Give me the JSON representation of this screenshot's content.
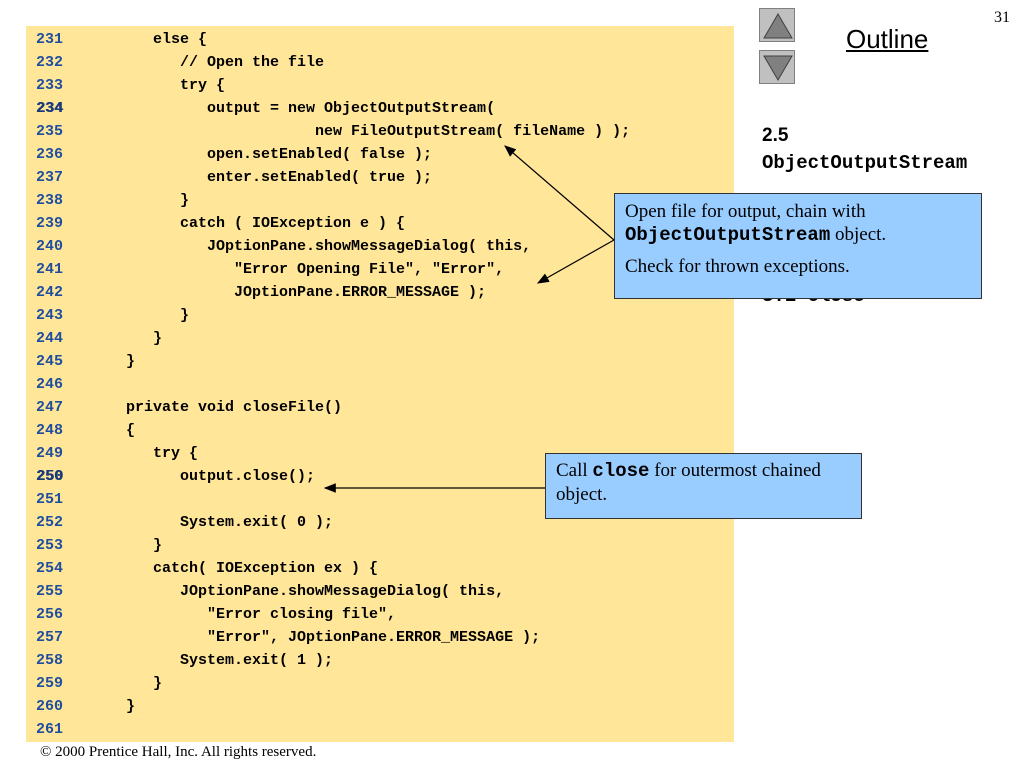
{
  "slide": {
    "page_number": "31",
    "outline_title": "Outline",
    "copyright": "© 2000 Prentice Hall, Inc.  All rights reserved."
  },
  "outline": {
    "section_number": "2.5",
    "section_code": "ObjectOutputStream",
    "obscured_text": "3.1 close"
  },
  "code": [
    {
      "num": "231",
      "text": "      else {",
      "hl": false
    },
    {
      "num": "232",
      "text": "         // Open the file",
      "hl": false
    },
    {
      "num": "233",
      "text": "         try {",
      "hl": false
    },
    {
      "num": "234",
      "text": "            output = new ObjectOutputStream(",
      "hl": true
    },
    {
      "num": "235",
      "text": "                        new FileOutputStream( fileName ) );",
      "hl": false
    },
    {
      "num": "236",
      "text": "            open.setEnabled( false );",
      "hl": false
    },
    {
      "num": "237",
      "text": "            enter.setEnabled( true );",
      "hl": false
    },
    {
      "num": "238",
      "text": "         }",
      "hl": false
    },
    {
      "num": "239",
      "text": "         catch ( IOException e ) {",
      "hl": false
    },
    {
      "num": "240",
      "text": "            JOptionPane.showMessageDialog( this,",
      "hl": false
    },
    {
      "num": "241",
      "text": "               \"Error Opening File\", \"Error\",",
      "hl": false
    },
    {
      "num": "242",
      "text": "               JOptionPane.ERROR_MESSAGE );",
      "hl": false
    },
    {
      "num": "243",
      "text": "         }",
      "hl": false
    },
    {
      "num": "244",
      "text": "      }",
      "hl": false
    },
    {
      "num": "245",
      "text": "   }",
      "hl": false
    },
    {
      "num": "246",
      "text": "",
      "hl": false
    },
    {
      "num": "247",
      "text": "   private void closeFile()",
      "hl": false
    },
    {
      "num": "248",
      "text": "   {",
      "hl": false
    },
    {
      "num": "249",
      "text": "      try {",
      "hl": false
    },
    {
      "num": "250",
      "text": "         output.close();",
      "hl": true
    },
    {
      "num": "251",
      "text": "",
      "hl": false
    },
    {
      "num": "252",
      "text": "         System.exit( 0 );",
      "hl": false
    },
    {
      "num": "253",
      "text": "      }",
      "hl": false
    },
    {
      "num": "254",
      "text": "      catch( IOException ex ) {",
      "hl": false
    },
    {
      "num": "255",
      "text": "         JOptionPane.showMessageDialog( this,",
      "hl": false
    },
    {
      "num": "256",
      "text": "            \"Error closing file\",",
      "hl": false
    },
    {
      "num": "257",
      "text": "            \"Error\", JOptionPane.ERROR_MESSAGE );",
      "hl": false
    },
    {
      "num": "258",
      "text": "         System.exit( 1 );",
      "hl": false
    },
    {
      "num": "259",
      "text": "      }",
      "hl": false
    },
    {
      "num": "260",
      "text": "   }",
      "hl": false
    },
    {
      "num": "261",
      "text": "",
      "hl": false
    }
  ],
  "callouts": {
    "open": {
      "text_before": "Open file for output, chain with ",
      "code": "ObjectOutputStream",
      "text_after": " object.",
      "second": "Check for thrown exceptions."
    },
    "close": {
      "text_before": "Call ",
      "code": "close",
      "text_after": " for outermost chained object."
    }
  },
  "colors": {
    "code_background": "#ffe699",
    "callout_background": "#99ccff",
    "line_number": "#1f4e9f"
  },
  "icons": {
    "prev": "triangle-up-icon",
    "next": "triangle-down-icon"
  }
}
